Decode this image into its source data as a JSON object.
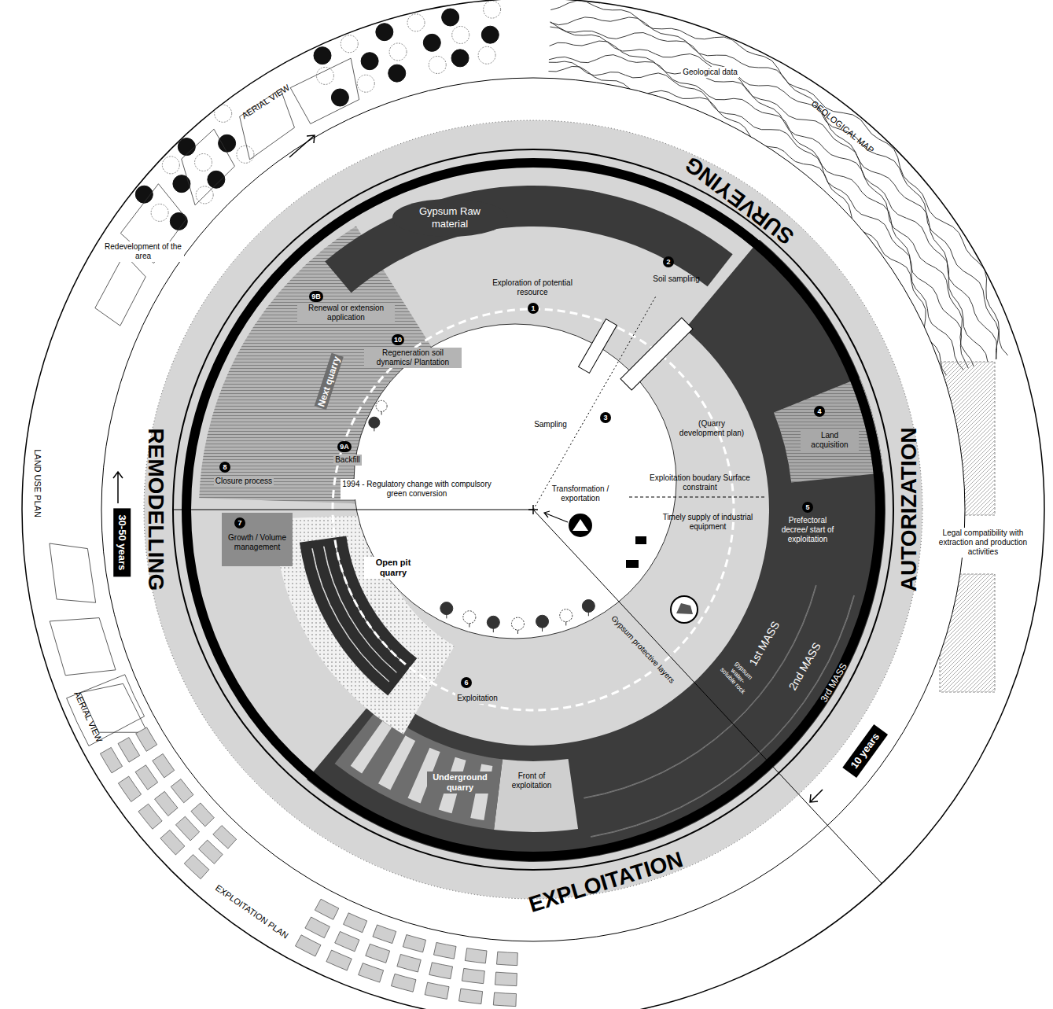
{
  "diagram": {
    "nodes": [
      {
        "text": [
          "Gypsum Raw material"
        ]
      },
      {
        "text": [
          "30-50 years"
        ]
      },
      {
        "text": [
          "10 years"
        ]
      }
    ],
    "labels": [
      "AERIAL VIEW",
      "GEOLOGICAL MAP",
      "Geological data",
      "SURVEYING",
      "2",
      "Soil sampling",
      "Exploration of potential resource",
      "1",
      "9B",
      "Renewal or extension application",
      "Redevelopment of the area",
      "10",
      "Regeneration soil dynamics/ Plantation",
      "Next quarry",
      "9A",
      "Backfill",
      "8",
      "Closure process",
      "1994 - Regulatory change with compulsory green conversion",
      "Sampling",
      "3",
      "(Quarry development plan)",
      "4",
      "Land acquisition",
      "Exploitation boudary Surface constraint",
      "5",
      "Prefectoral decree/ start of exploitation",
      "Transformation / exportation",
      "Timely supply of industrial equipment",
      "AUTORIZATION",
      "Legal compatibility with extraction and production activities",
      "LAND USE PLAN",
      "REMODELLING",
      "7",
      "Growth / Volume management",
      "Open pit quarry",
      "Gypsum protective layers",
      "gypsum water-soluble rock",
      "1st MASS",
      "2nd MASS",
      "3rd MASS",
      "6",
      "Exploitation",
      "Underground quarry",
      "Front of exploitation",
      "EXPLOITATION",
      "AERIAL VIEW",
      "EXPLOITATION PLAN"
    ]
  }
}
